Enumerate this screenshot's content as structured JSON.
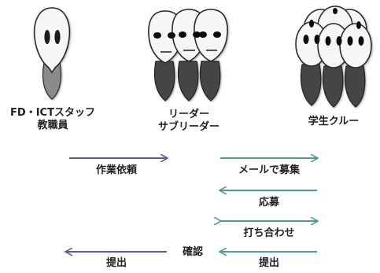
{
  "groups": {
    "staff": {
      "line1": "FD・ICTスタッフ",
      "line2": "教職員"
    },
    "leader": {
      "line1": "リーダー",
      "line2": "サブリーダー"
    },
    "students": {
      "label": "学生クルー"
    }
  },
  "flow": {
    "request": "作業依頼",
    "recruit_mail": "メールで募集",
    "apply": "応募",
    "meeting": "打ち合わせ",
    "submit_students": "提出",
    "confirm": "確認",
    "submit_staff": "提出"
  },
  "colors": {
    "purple_arrow": "#5b5b98",
    "teal_arrow": "#4f9a96",
    "skin": "#f6f6f6",
    "outline": "#2a2a2a",
    "body_light": "#8a8a8a",
    "body_dark": "#444444"
  }
}
